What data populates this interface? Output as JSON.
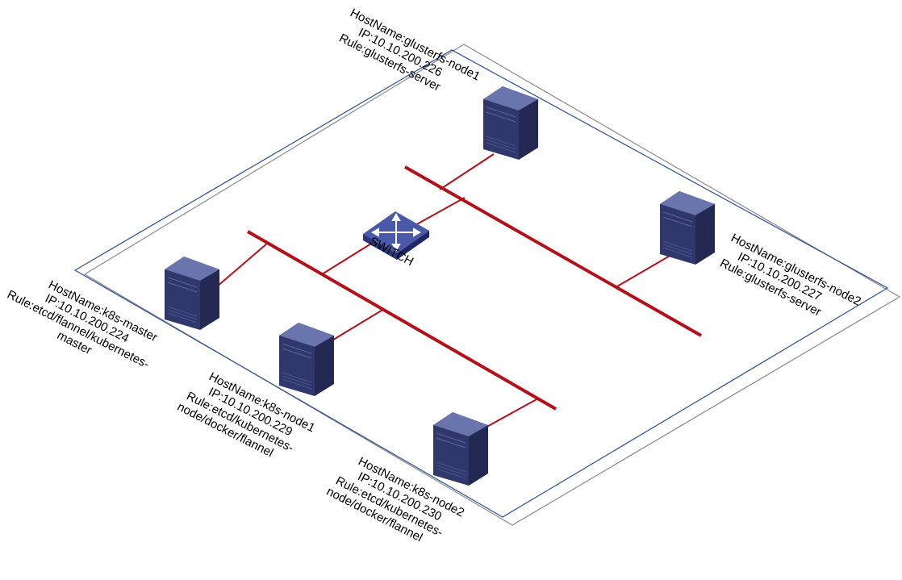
{
  "colors": {
    "network_line": "#b3101a",
    "plane_outer": "#8a8a8a",
    "plane_inner": "#2c4f95",
    "server_front": "#3a4279",
    "server_side": "#262c5c",
    "server_top": "#6a74ad"
  },
  "switch": {
    "label": "SWITCH",
    "icon": "switch-icon"
  },
  "hosts": {
    "glusterfs_node1": {
      "hostname": "HostName:glusterfs-node1",
      "ip": "IP:10.10.200.226",
      "rule": "Rule:glusterfs-server",
      "icon": "server-icon"
    },
    "glusterfs_node2": {
      "hostname": "HostName:glusterfs-node2",
      "ip": "IP:10.10.200.227",
      "rule": "Rule:glusterfs-server",
      "icon": "server-icon"
    },
    "k8s_master": {
      "hostname": "HostName:k8s-master",
      "ip": "IP:10.10.200.224",
      "rule_line1": "Rule:etcd/flannel/kubernetes-",
      "rule_line2": "master",
      "icon": "server-icon"
    },
    "k8s_node1": {
      "hostname": "HostName:k8s-node1",
      "ip": "IP:10.10.200.229",
      "rule_line1": "Rule:etcd/kubernetes-",
      "rule_line2": "node/docker/flannel",
      "icon": "server-icon"
    },
    "k8s_node2": {
      "hostname": "HostName:k8s-node2",
      "ip": "IP:10.10.200.230",
      "rule_line1": "Rule:etcd/kubernetes-",
      "rule_line2": "node/docker/flannel",
      "icon": "server-icon"
    }
  }
}
